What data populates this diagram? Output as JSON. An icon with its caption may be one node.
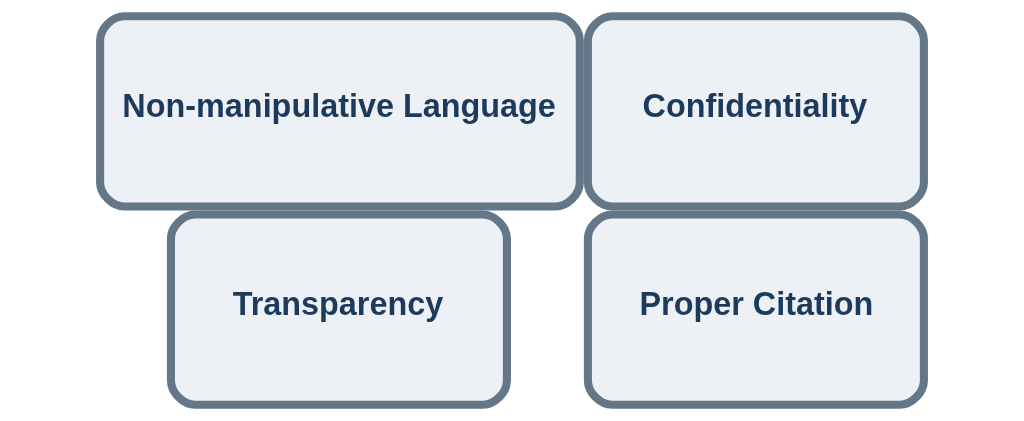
{
  "diagram": {
    "nodes": [
      {
        "text": [
          "Transparency"
        ]
      },
      {
        "text": [
          "Non-manipulative Language"
        ]
      },
      {
        "text": [
          "Confidentiality"
        ]
      },
      {
        "text": [
          "Proper Citation"
        ]
      }
    ]
  }
}
